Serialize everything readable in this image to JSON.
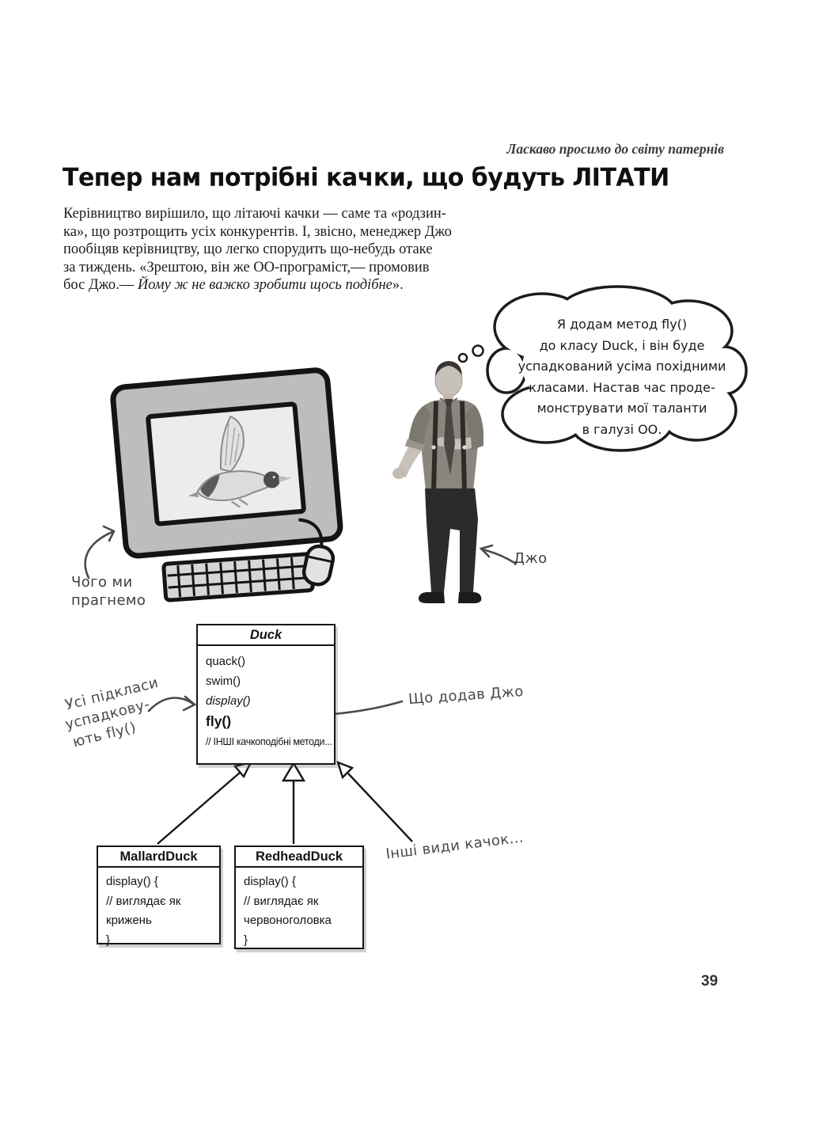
{
  "page": {
    "running_head": "Ласкаво просимо до світу патернів",
    "title": "Тепер нам потрібні качки, що будуть ЛІТАТИ",
    "page_number": "39"
  },
  "paragraph": {
    "lines": [
      "Керівництво вирішило, що літаючі качки — саме та «родзин-",
      "ка», що розтрощить усіх конкурентів. І, звісно, менеджер Джо",
      "пообіцяв керівництву, що легко спорудить що-небудь отаке",
      "за тиждень. «Зрештою, він же ОО-програміст,— промовив"
    ],
    "last_line_normal": "бос Джо.— ",
    "last_line_italic": "Йому ж не важко зробити щось подібне",
    "last_line_end": "»."
  },
  "thought_bubble": {
    "lines": [
      "Я додам метод fly()",
      "до класу Duck, і він буде",
      "успадкований усіма похідними",
      "класами. Настав час проде-",
      "монструвати мої таланти",
      "в галузі ОО."
    ]
  },
  "annotations": {
    "what_we_want_line1": "Чого ми",
    "what_we_want_line2": "прагнемо",
    "joe_label": "Джо",
    "subclasses_inherit_line1": "Усі підкласи",
    "subclasses_inherit_line2": "успадкову-",
    "subclasses_inherit_line3": "ють fly()",
    "what_joe_added": "Що додав Джо",
    "other_ducks": "Інші види качок..."
  },
  "uml": {
    "duck": {
      "name": "Duck",
      "method_quack": "quack()",
      "method_swim": "swim()",
      "method_display": "display()",
      "method_fly": "fly()",
      "comment": "// ІНШІ качкоподібні методи..."
    },
    "mallard": {
      "name": "MallardDuck",
      "line1": "display() {",
      "line2": "// виглядає як",
      "line3": "крижень",
      "line4": "}"
    },
    "redhead": {
      "name": "RedheadDuck",
      "line1": "display() {",
      "line2": "// виглядає як",
      "line3": "червоноголовка",
      "line4": "}"
    }
  },
  "colors": {
    "ink": "#141414",
    "annotation_gray": "#4a4a4a",
    "monitor_gray": "#bdbdbd",
    "screen_gray": "#ececec",
    "shadow_gray": "#5a5a5a"
  }
}
